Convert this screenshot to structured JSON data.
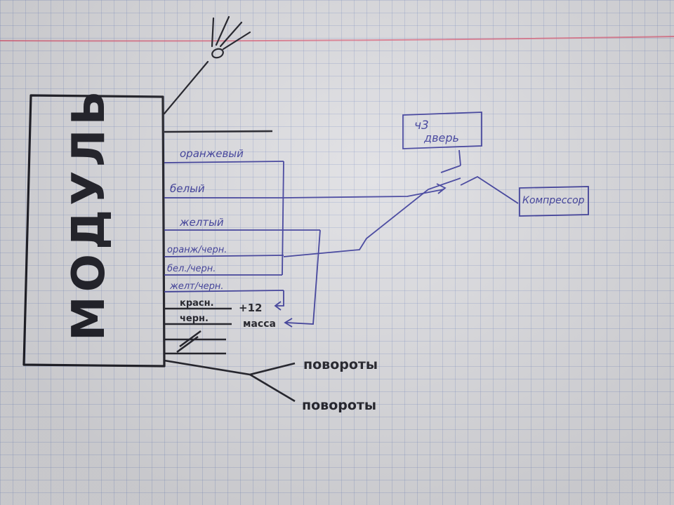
{
  "colors": {
    "paper": "#dcdce0",
    "grid": "#8aa0c8",
    "margin_line": "#e0607a",
    "ink_black": "#1e1e26",
    "ink_blue": "#3a3a9a"
  },
  "module": {
    "label": "МОДУЛЬ"
  },
  "wires": {
    "orange": "оранжевый",
    "white": "белый",
    "yellow": "желтый",
    "orange_black": "оранж/черн.",
    "white_black": "бел./черн.",
    "yellow_black": "желт/черн.",
    "red": "красн.",
    "black": "черн."
  },
  "terminals": {
    "plus12": "+12",
    "ground": "масса"
  },
  "door_box": {
    "line1": "ч3",
    "line2": "дверь"
  },
  "compressor_box": {
    "label": "Компрессор"
  },
  "turn_signals": [
    "повороты",
    "повороты"
  ],
  "icons": {
    "antenna": "antenna-icon",
    "switch": "switch-contact-icon"
  }
}
